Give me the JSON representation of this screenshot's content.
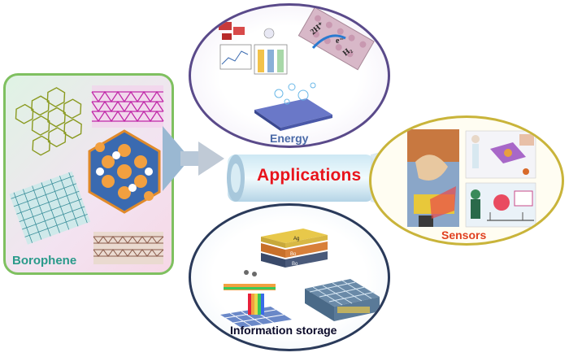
{
  "labels": {
    "borophene": "Borophene",
    "energy": "Energy",
    "applications": "Applications",
    "sensors": "Sensors",
    "information_storage": "Information storage"
  },
  "energy_panel": {
    "reaction_labels": [
      "2H⁺",
      "e⁻",
      "H₂"
    ]
  },
  "info_panel": {
    "device_layers": [
      "Ag",
      "Bo",
      "Bo"
    ]
  },
  "colors": {
    "borophene_text": "#2a9a8a",
    "energy_text": "#4a6aa8",
    "applications_text": "#e8141c",
    "sensors_text": "#e04020",
    "info_text": "#0a0a2a"
  }
}
